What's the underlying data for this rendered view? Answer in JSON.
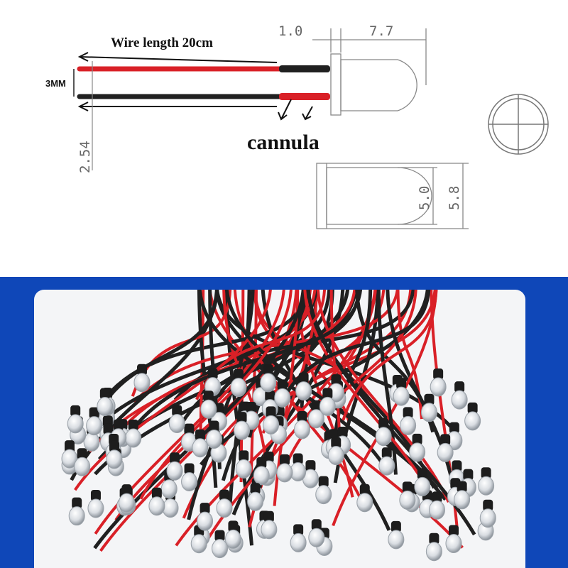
{
  "diagram": {
    "wire_length_label": "Wire length 20cm",
    "spacing_label": "3MM",
    "pin_pitch_label": "2.54",
    "cannula_label": "cannula",
    "dim_flange": "1.0",
    "dim_body_length": "7.7",
    "dim_lens_diameter": "5.0",
    "dim_flange_diameter": "5.8"
  },
  "colors": {
    "wire_red": "#d92027",
    "wire_black": "#202020",
    "background_panel": "#0f47b8",
    "card": "#f4f5f7"
  },
  "photo": {
    "subject": "bundle of pre-wired 5mm clear LEDs with red and black leads"
  }
}
